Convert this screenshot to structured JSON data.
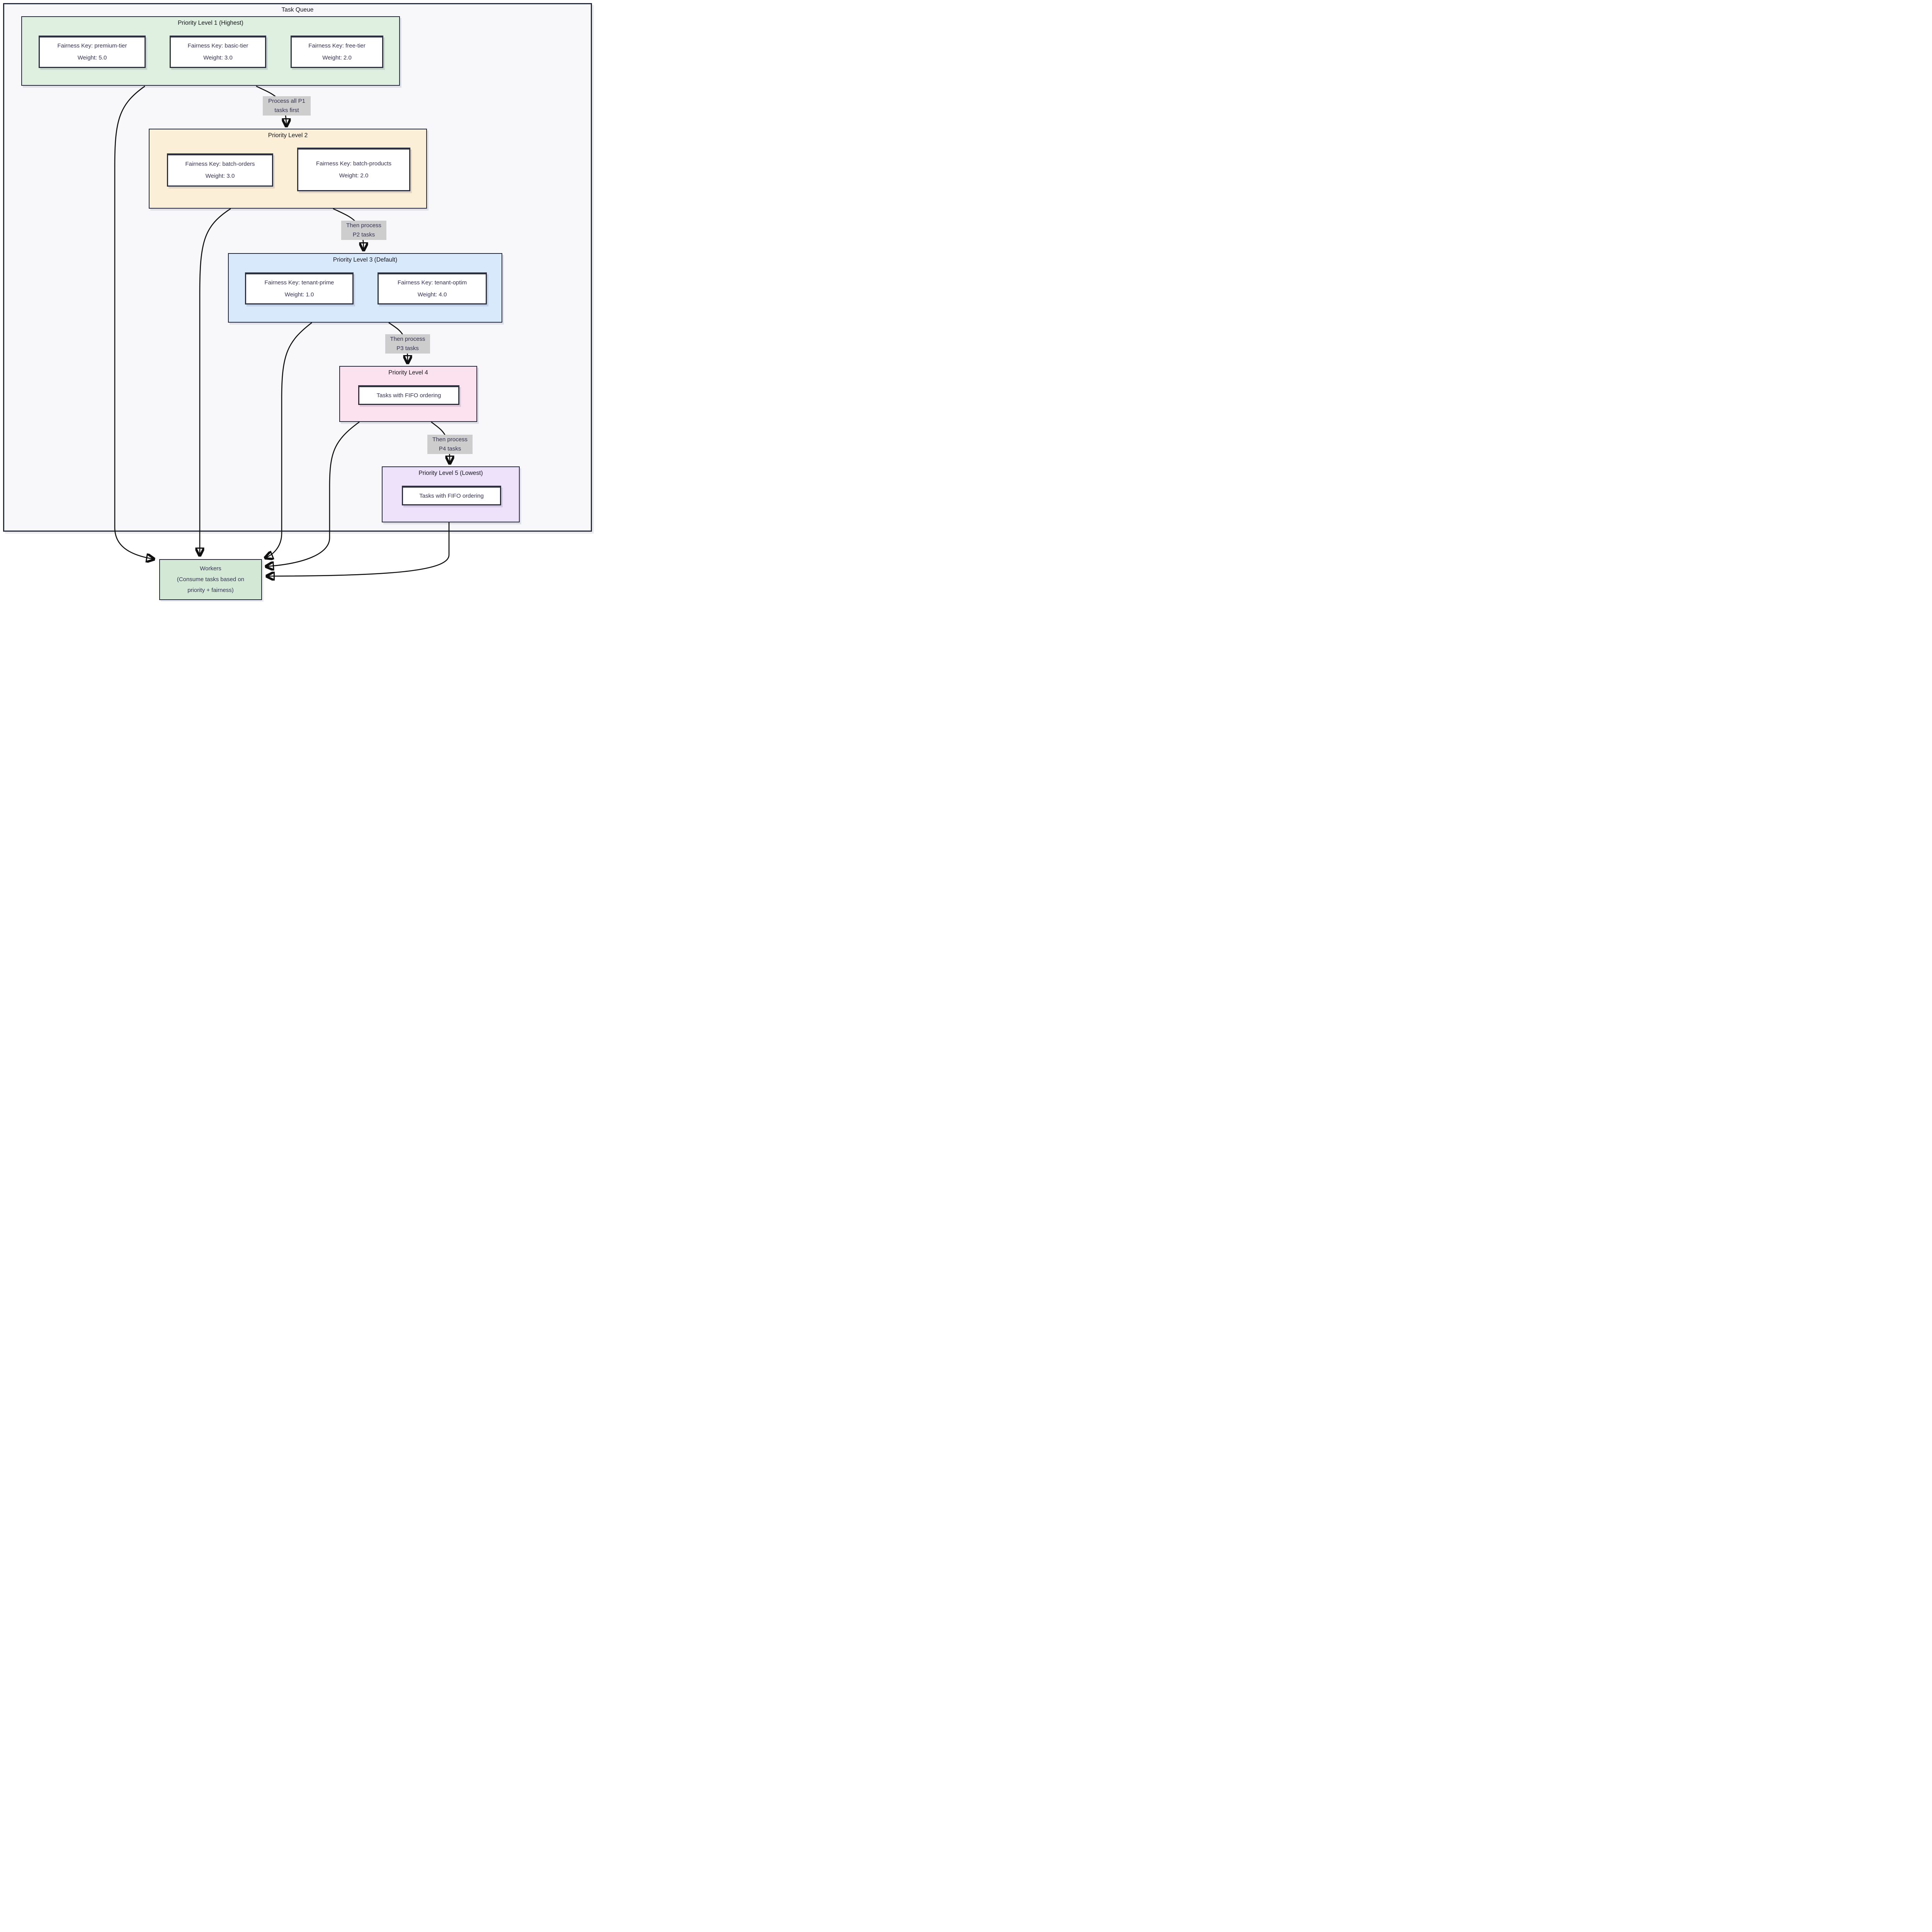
{
  "task_queue": {
    "title": "Task Queue",
    "groups": [
      {
        "id": "priority-1",
        "title": "Priority Level 1 (Highest)",
        "fill": "#dff0e0",
        "nodes": [
          {
            "fairness_key": "Fairness Key: premium-tier",
            "weight": "Weight: 5.0"
          },
          {
            "fairness_key": "Fairness Key: basic-tier",
            "weight": "Weight: 3.0"
          },
          {
            "fairness_key": "Fairness Key: free-tier",
            "weight": "Weight: 2.0"
          }
        ]
      },
      {
        "id": "priority-2",
        "title": "Priority Level 2",
        "fill": "#fcefd8",
        "nodes": [
          {
            "fairness_key": "Fairness Key: batch-orders",
            "weight": "Weight: 3.0"
          },
          {
            "fairness_key": "Fairness Key: batch-products",
            "weight": "Weight: 2.0"
          }
        ]
      },
      {
        "id": "priority-3",
        "title": "Priority Level 3 (Default)",
        "fill": "#d8e9fb",
        "nodes": [
          {
            "fairness_key": "Fairness Key: tenant-prime",
            "weight": "Weight: 1.0"
          },
          {
            "fairness_key": "Fairness Key: tenant-optim",
            "weight": "Weight: 4.0"
          }
        ]
      },
      {
        "id": "priority-4",
        "title": "Priority Level 4",
        "fill": "#fce2ef",
        "nodes": [
          {
            "text": "Tasks with FIFO ordering"
          }
        ]
      },
      {
        "id": "priority-5",
        "title": "Priority Level 5 (Lowest)",
        "fill": "#eee2fa",
        "nodes": [
          {
            "text": "Tasks with FIFO ordering"
          }
        ]
      }
    ]
  },
  "edges": {
    "p1_to_p2": {
      "lines": [
        "Process all P1",
        "tasks first"
      ]
    },
    "p2_to_p3": {
      "lines": [
        "Then process",
        "P2 tasks"
      ]
    },
    "p3_to_p4": {
      "lines": [
        "Then process",
        "P3 tasks"
      ]
    },
    "p4_to_p5": {
      "lines": [
        "Then process",
        "P4 tasks"
      ]
    }
  },
  "workers": {
    "fill": "#d3e9d6",
    "lines": [
      "Workers",
      "(Consume tasks based on",
      "priority + fairness)"
    ]
  },
  "colors": {
    "container_fill": "#f8f8fb",
    "border": "#272b40",
    "node_border": "#2e3140",
    "node_fill": "#ffffff",
    "text": "#343252",
    "title_text": "#15151e",
    "edge_label_bg": "#cdcdcd",
    "arrow": "#0f0f0f"
  }
}
